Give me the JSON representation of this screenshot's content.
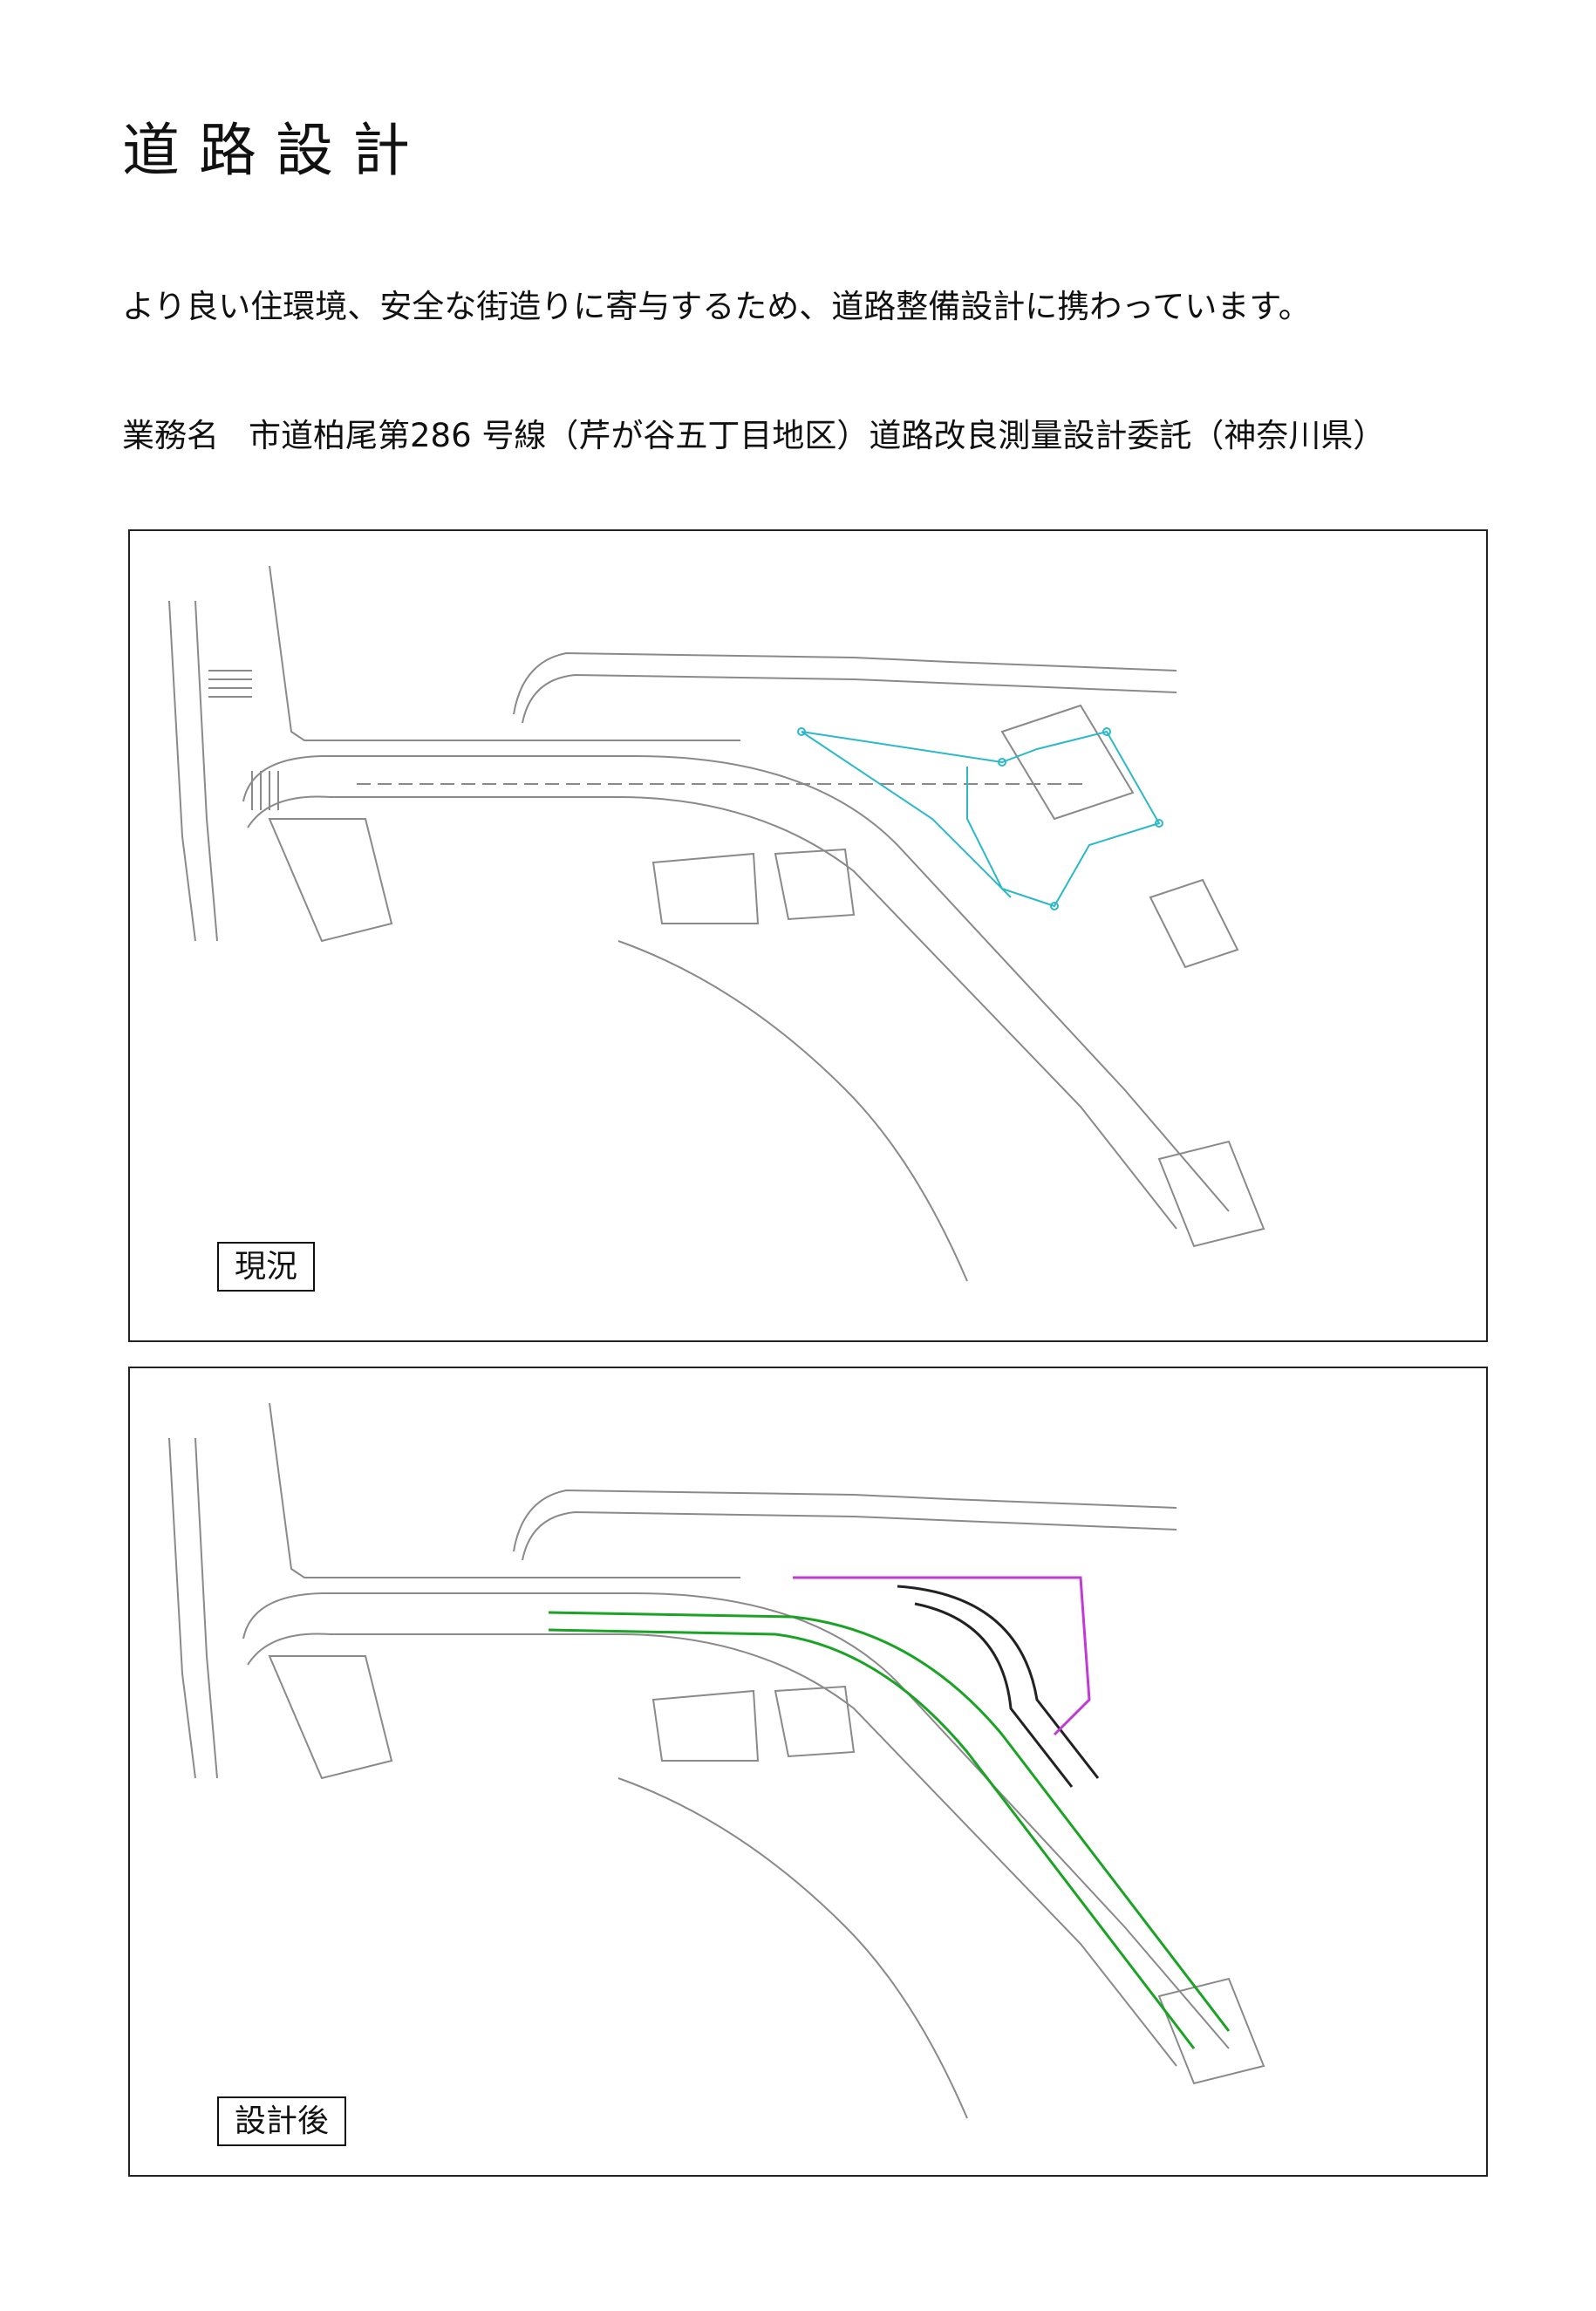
{
  "title": "道路設計",
  "intro": "より良い住環境、安全な街造りに寄与するため、道路整備設計に携わっています。",
  "project": {
    "label": "業務名",
    "name": "市道柏尾第286 号線（芹が谷五丁目地区）道路改良測量設計委託（神奈川県）"
  },
  "panels": [
    {
      "tag": "現況",
      "variant": "existing"
    },
    {
      "tag": "設計後",
      "variant": "design"
    }
  ],
  "colors": {
    "linework": "#8a8a8a",
    "survey": "#2bb9c9",
    "design_line": "#1aa324",
    "boundary": "#c23ad6"
  }
}
